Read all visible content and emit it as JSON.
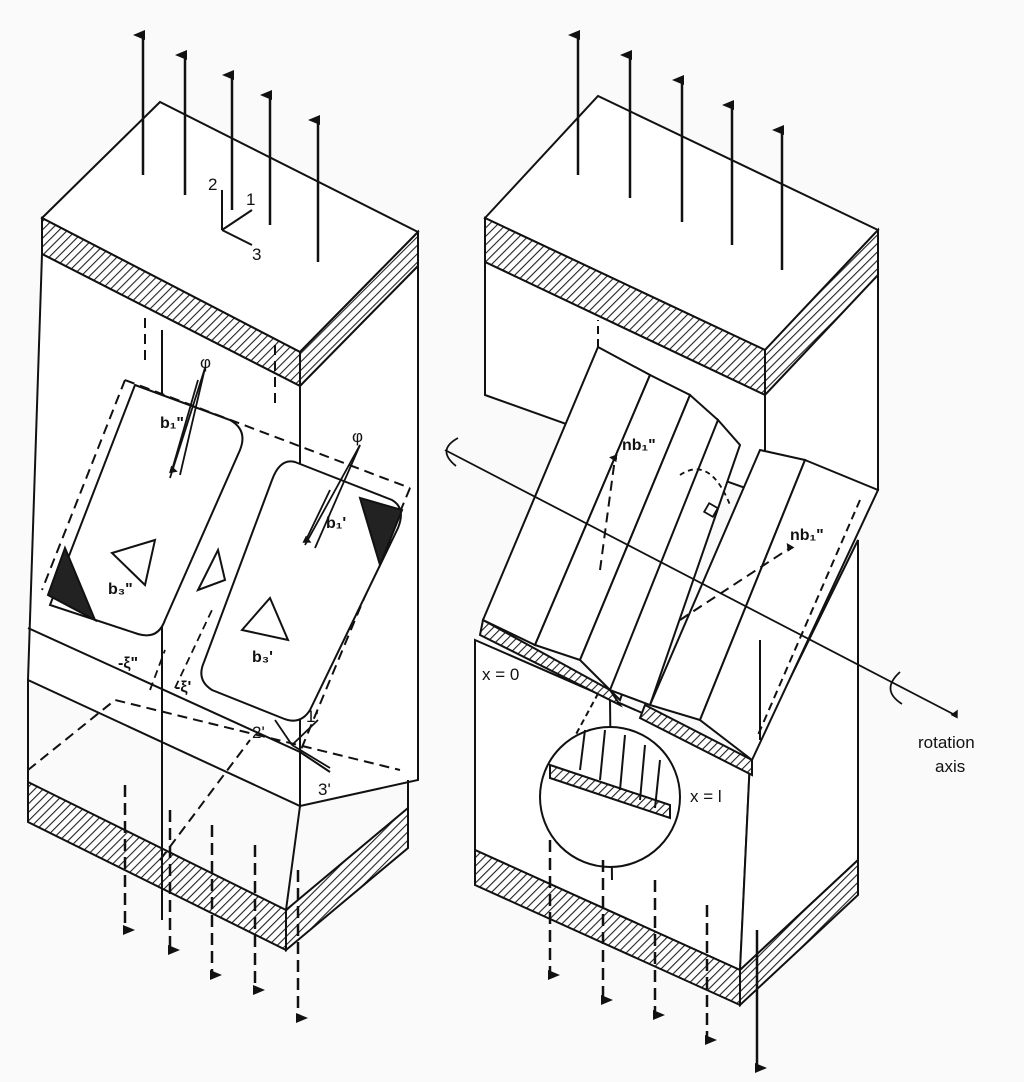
{
  "left_figure": {
    "axes": {
      "a1": "1",
      "a2": "2",
      "a3": "3"
    },
    "phi_top": "φ",
    "phi_right": "φ",
    "b1_pp": "b₁\"",
    "b1_p": "b₁'",
    "b3_pp": "b₃\"",
    "b3_p": "b₃'",
    "xi_pp": "-ξ\"",
    "xi_p": "-ξ'",
    "ax_1p": "1'",
    "ax_2p": "2'",
    "ax_3p": "3'"
  },
  "right_figure": {
    "nb1_top": "nb₁\"",
    "nb1_right": "nb₁\"",
    "x0": "x = 0",
    "xl": "x = l",
    "rotation_axis_line1": "rotation",
    "rotation_axis_line2": "axis"
  }
}
